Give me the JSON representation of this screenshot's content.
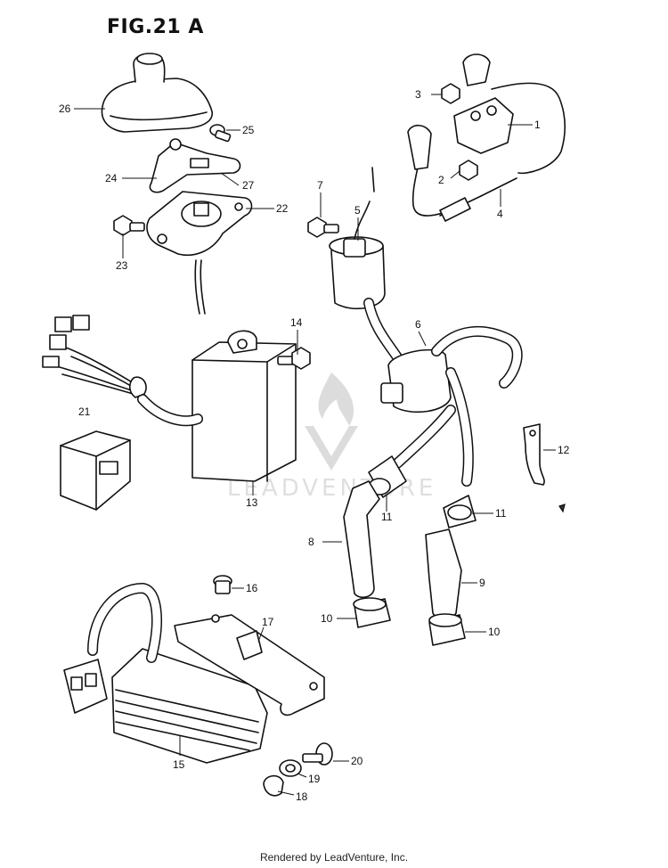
{
  "figure": {
    "title": "FIG.21 A"
  },
  "watermark": {
    "text": "LEADVENTURE"
  },
  "footer": {
    "text": "Rendered by LeadVenture, Inc."
  },
  "callouts": {
    "c1": "1",
    "c2": "2",
    "c3": "3",
    "c4": "4",
    "c5": "5",
    "c6": "6",
    "c7": "7",
    "c8": "8",
    "c9": "9",
    "c10a": "10",
    "c10b": "10",
    "c11a": "11",
    "c11b": "11",
    "c12": "12",
    "c13": "13",
    "c14": "14",
    "c15": "15",
    "c16": "16",
    "c17": "17",
    "c18": "18",
    "c19": "19",
    "c20": "20",
    "c21": "21",
    "c22": "22",
    "c23": "23",
    "c24": "24",
    "c25": "25",
    "c26": "26",
    "c27": "27"
  }
}
